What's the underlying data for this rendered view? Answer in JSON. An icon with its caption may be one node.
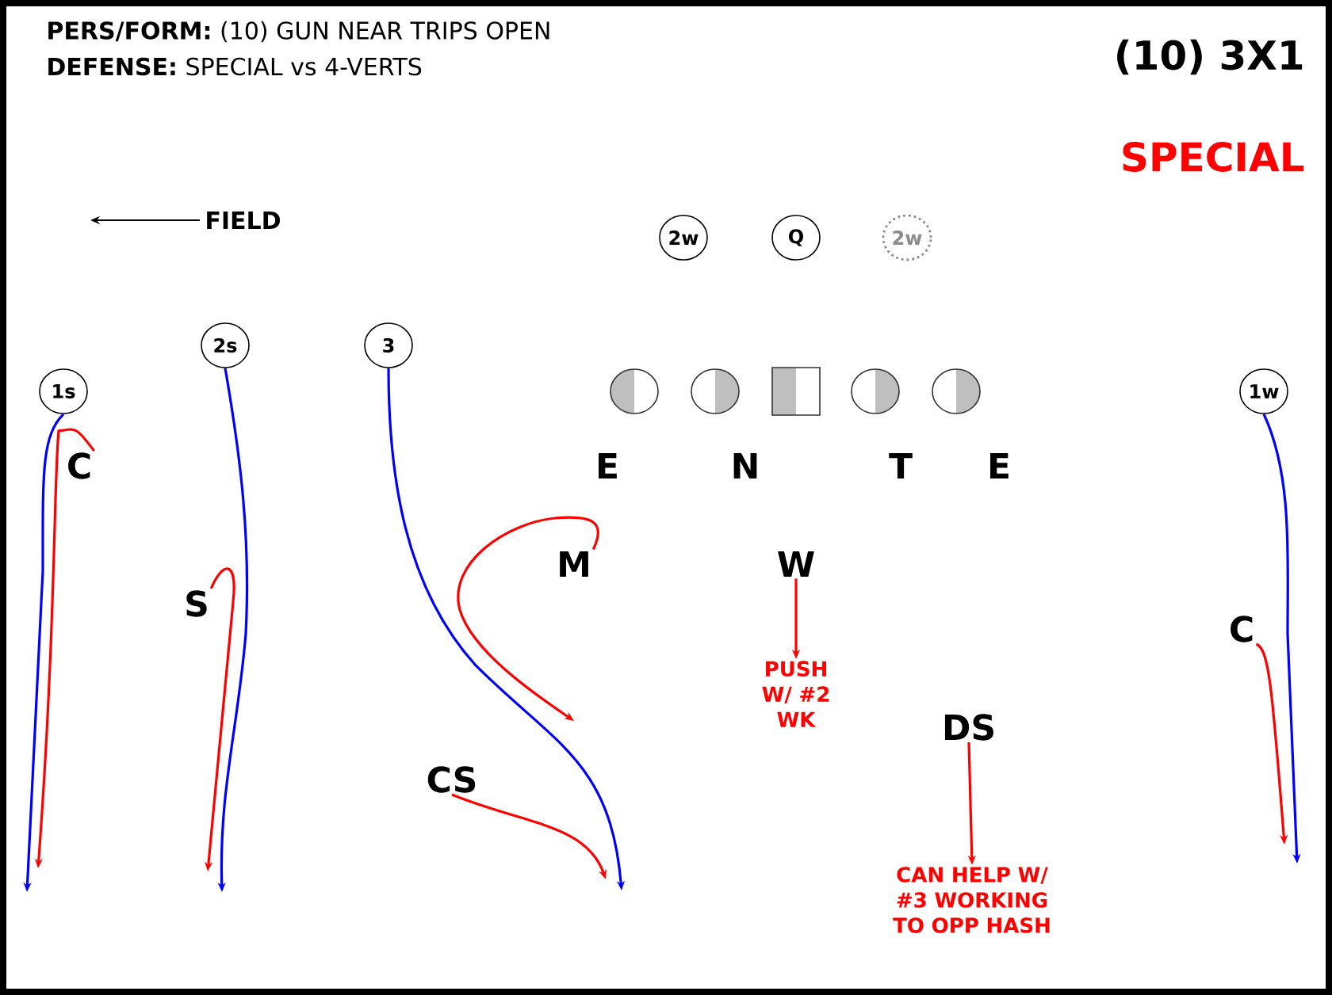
{
  "diagram": {
    "nodes": [
      {
        "text": [
          "2w"
        ]
      },
      {
        "text": [
          "Q"
        ]
      },
      {
        "text": [
          "2w"
        ]
      },
      {
        "text": [
          "1s"
        ]
      },
      {
        "text": [
          "2s"
        ]
      },
      {
        "text": [
          "3"
        ]
      },
      {
        "text": [
          "1w"
        ]
      },
      {
        "text": [],
        "shape": "circle"
      },
      {
        "text": [],
        "shape": "circle"
      },
      {
        "text": [],
        "shape": "box"
      },
      {
        "text": [],
        "shape": "circle"
      },
      {
        "text": [],
        "shape": "circle"
      },
      {
        "text": [
          "E"
        ]
      },
      {
        "text": [
          "N"
        ]
      },
      {
        "text": [
          "T"
        ]
      },
      {
        "text": [
          "E"
        ]
      },
      {
        "text": [
          "C"
        ]
      },
      {
        "text": [
          "S"
        ]
      },
      {
        "text": [
          "M"
        ]
      },
      {
        "text": [
          "W"
        ]
      },
      {
        "text": [
          "CS"
        ]
      },
      {
        "text": [
          "DS"
        ]
      },
      {
        "text": [
          "C"
        ]
      },
      {
        "text": [
          "PUSH W/ #2 WK"
        ]
      },
      {
        "text": [
          "CAN HELP W/ #3 WORKING TO OPP HASH"
        ]
      }
    ],
    "edges": [
      {
        "from": 3,
        "to": null,
        "arrow": "to",
        "color": "#0000ff"
      },
      {
        "from": 4,
        "to": null,
        "arrow": "to",
        "color": "#0000ff"
      },
      {
        "from": 5,
        "to": null,
        "arrow": "to",
        "color": "#0000ff"
      },
      {
        "from": 6,
        "to": null,
        "arrow": "to",
        "color": "#0000ff"
      },
      {
        "from": 16,
        "to": null,
        "arrow": "to"
      },
      {
        "from": 17,
        "to": null,
        "arrow": "to"
      },
      {
        "from": 18,
        "to": null,
        "arrow": "to"
      },
      {
        "from": 20,
        "to": null,
        "arrow": "to"
      },
      {
        "from": 22,
        "to": null,
        "arrow": "to"
      },
      {
        "from": 19,
        "to": 23,
        "arrow": "to"
      },
      {
        "from": 21,
        "to": 24,
        "arrow": "to"
      }
    ],
    "labels": [
      "**PERS/FORM:** (10) GUN NEAR TRIPS OPEN",
      "**DEFENSE:** SPECIAL vs 4-VERTS",
      "(10) 3X1",
      "SPECIAL",
      "FIELD"
    ]
  }
}
